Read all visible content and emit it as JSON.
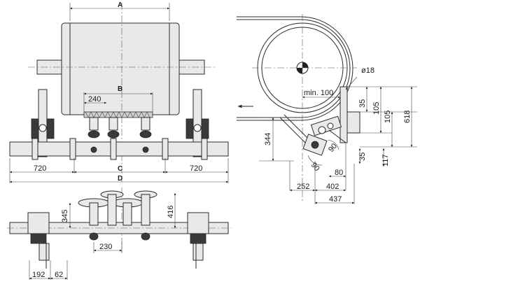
{
  "view_labels": {
    "a": "A",
    "b": "B",
    "c": "C",
    "d": "D"
  },
  "front_view": {
    "dim_b_inner": "240",
    "dim_c_left": "720",
    "dim_c_right": "720"
  },
  "top_view": {
    "dim_height_1": "345",
    "dim_height_2": "416",
    "dim_bottom_center": "230",
    "dim_bottom_left_1": "192",
    "dim_bottom_left_2": "62"
  },
  "side_view": {
    "dim_diameter": "ø18",
    "dim_min": "min. 100",
    "dim_35_top": "35",
    "dim_105_a": "105",
    "dim_105_b": "105",
    "dim_618": "618",
    "dim_344": "344",
    "dim_90_a": "90",
    "dim_90_b": "90",
    "dim_35_bottom": "35",
    "dim_117": "117",
    "dim_80": "80",
    "dim_252": "252",
    "dim_402": "402",
    "dim_437": "437"
  }
}
